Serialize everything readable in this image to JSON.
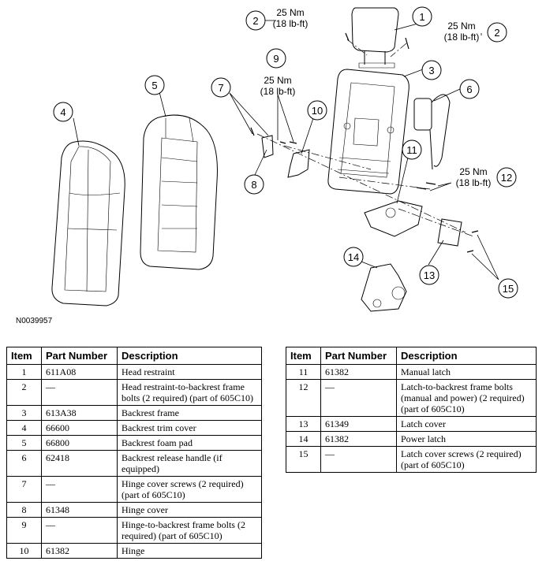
{
  "figure_id": "N0039957",
  "callouts": [
    "1",
    "2",
    "2",
    "3",
    "4",
    "5",
    "6",
    "7",
    "8",
    "9",
    "10",
    "11",
    "12",
    "13",
    "14",
    "15"
  ],
  "torque_labels": [
    {
      "nm": "25 Nm",
      "lbft": "(18 lb-ft)"
    },
    {
      "nm": "25 Nm",
      "lbft": "(18 lb-ft)"
    },
    {
      "nm": "25 Nm",
      "lbft": "(18 lb-ft)"
    },
    {
      "nm": "25 Nm",
      "lbft": "(18 lb-ft)"
    }
  ],
  "table_headers": {
    "item": "Item",
    "part_number": "Part Number",
    "description": "Description"
  },
  "parts_left": [
    {
      "item": "1",
      "part": "611A08",
      "desc": "Head restraint"
    },
    {
      "item": "2",
      "part": "—",
      "desc": "Head restraint-to-backrest frame bolts (2 required) (part of 605C10)"
    },
    {
      "item": "3",
      "part": "613A38",
      "desc": "Backrest frame"
    },
    {
      "item": "4",
      "part": "66600",
      "desc": "Backrest trim cover"
    },
    {
      "item": "5",
      "part": "66800",
      "desc": "Backrest foam pad"
    },
    {
      "item": "6",
      "part": "62418",
      "desc": "Backrest release handle (if equipped)"
    },
    {
      "item": "7",
      "part": "—",
      "desc": "Hinge cover screws (2 required) (part of 605C10)"
    },
    {
      "item": "8",
      "part": "61348",
      "desc": "Hinge cover"
    },
    {
      "item": "9",
      "part": "—",
      "desc": "Hinge-to-backrest frame bolts (2 required) (part of 605C10)"
    },
    {
      "item": "10",
      "part": "61382",
      "desc": "Hinge"
    }
  ],
  "parts_right": [
    {
      "item": "11",
      "part": "61382",
      "desc": "Manual latch"
    },
    {
      "item": "12",
      "part": "—",
      "desc": "Latch-to-backrest frame bolts (manual and power) (2 required) (part of 605C10)"
    },
    {
      "item": "13",
      "part": "61349",
      "desc": "Latch cover"
    },
    {
      "item": "14",
      "part": "61382",
      "desc": "Power latch"
    },
    {
      "item": "15",
      "part": "—",
      "desc": "Latch cover screws (2 required) (part of 605C10)"
    }
  ]
}
